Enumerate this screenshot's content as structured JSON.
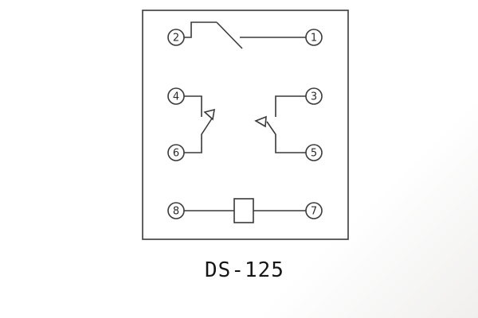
{
  "title": "DS-125",
  "diagram": {
    "stroke_color": "#3a3a3a",
    "background_color": "#ffffff",
    "terminals": [
      {
        "label": "1"
      },
      {
        "label": "2"
      },
      {
        "label": "3"
      },
      {
        "label": "4"
      },
      {
        "label": "5"
      },
      {
        "label": "6"
      },
      {
        "label": "7"
      },
      {
        "label": "8"
      }
    ],
    "symbols": {
      "top_contact": "changeover-contact-symbol",
      "left_contact": "open-contact-with-arrow-symbol",
      "right_contact": "open-contact-with-arrow-symbol",
      "coil": "coil-rectangle-symbol"
    }
  }
}
